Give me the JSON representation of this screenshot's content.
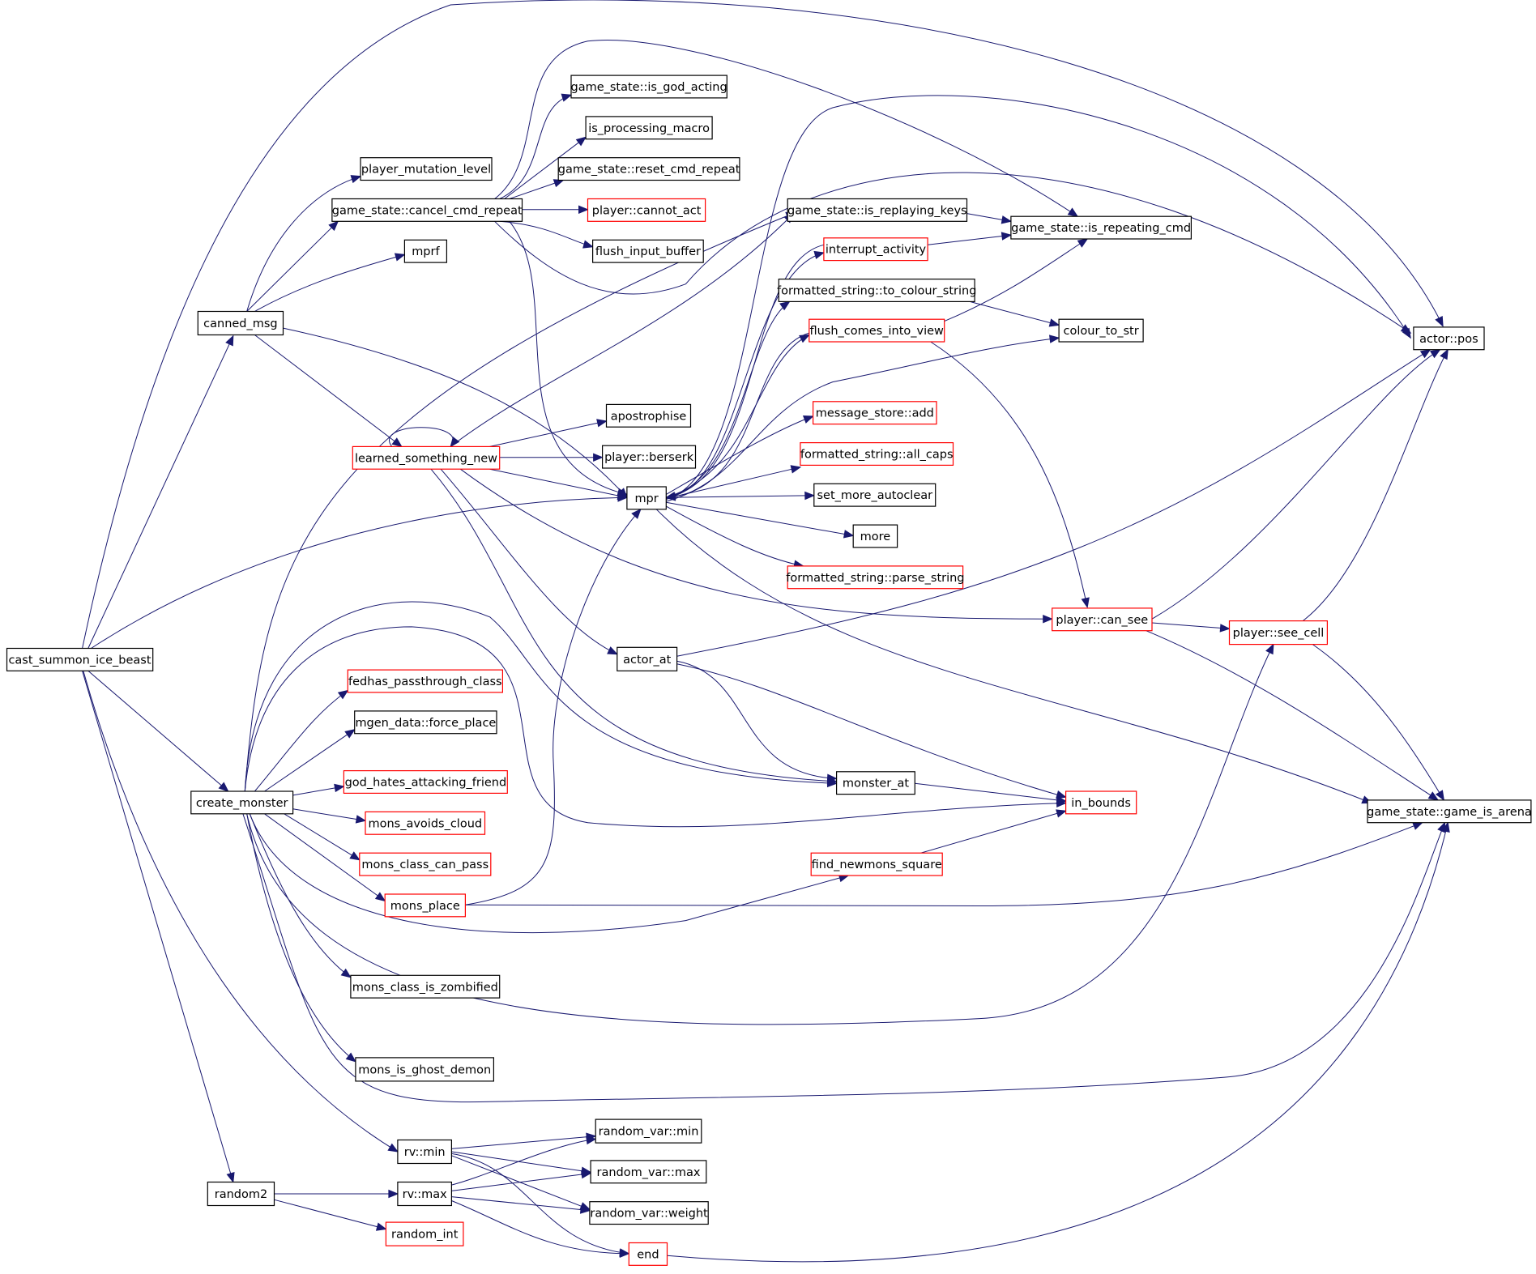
{
  "colors": {
    "edge": "#191970",
    "node_border_default": "#000000",
    "node_border_external": "#ff0000",
    "root_fill": "#bfbfbf"
  },
  "nodes": {
    "cast_summon_ice_beast": {
      "label": "cast_summon_ice_beast",
      "style": "root"
    },
    "canned_msg": {
      "label": "canned_msg",
      "style": "black"
    },
    "create_monster": {
      "label": "create_monster",
      "style": "black"
    },
    "random2": {
      "label": "random2",
      "style": "black"
    },
    "player_mutation_level": {
      "label": "player_mutation_level",
      "style": "black"
    },
    "cancel_cmd_repeat": {
      "label": "game_state::cancel_cmd_repeat",
      "style": "black"
    },
    "mprf": {
      "label": "mprf",
      "style": "black"
    },
    "learned_something_new": {
      "label": "learned_something_new",
      "style": "red"
    },
    "is_god_acting": {
      "label": "game_state::is_god_acting",
      "style": "black"
    },
    "is_processing_macro": {
      "label": "is_processing_macro",
      "style": "black"
    },
    "reset_cmd_repeat": {
      "label": "game_state::reset_cmd_repeat",
      "style": "black"
    },
    "cannot_act": {
      "label": "player::cannot_act",
      "style": "red"
    },
    "flush_input_buffer": {
      "label": "flush_input_buffer",
      "style": "black"
    },
    "apostrophise": {
      "label": "apostrophise",
      "style": "black"
    },
    "berserk": {
      "label": "player::berserk",
      "style": "black"
    },
    "mpr": {
      "label": "mpr",
      "style": "black"
    },
    "actor_at": {
      "label": "actor_at",
      "style": "black"
    },
    "fedhas": {
      "label": "fedhas_passthrough_class",
      "style": "red"
    },
    "force_place": {
      "label": "mgen_data::force_place",
      "style": "black"
    },
    "god_hates": {
      "label": "god_hates_attacking_friend",
      "style": "red"
    },
    "mons_avoids_cloud": {
      "label": "mons_avoids_cloud",
      "style": "red"
    },
    "mons_class_can_pass": {
      "label": "mons_class_can_pass",
      "style": "red"
    },
    "mons_place": {
      "label": "mons_place",
      "style": "red"
    },
    "mons_class_is_zombified": {
      "label": "mons_class_is_zombified",
      "style": "black"
    },
    "mons_is_ghost_demon": {
      "label": "mons_is_ghost_demon",
      "style": "black"
    },
    "rv_min": {
      "label": "rv::min",
      "style": "black"
    },
    "rv_max": {
      "label": "rv::max",
      "style": "black"
    },
    "random_int": {
      "label": "random_int",
      "style": "red"
    },
    "is_replaying_keys": {
      "label": "game_state::is_replaying_keys",
      "style": "black"
    },
    "interrupt_activity": {
      "label": "interrupt_activity",
      "style": "red"
    },
    "to_colour_string": {
      "label": "formatted_string::to_colour_string",
      "style": "black"
    },
    "flush_comes_into_view": {
      "label": "flush_comes_into_view",
      "style": "red"
    },
    "message_store_add": {
      "label": "message_store::add",
      "style": "red"
    },
    "all_caps": {
      "label": "formatted_string::all_caps",
      "style": "red"
    },
    "set_more_autoclear": {
      "label": "set_more_autoclear",
      "style": "black"
    },
    "more": {
      "label": "more",
      "style": "black"
    },
    "parse_string": {
      "label": "formatted_string::parse_string",
      "style": "red"
    },
    "is_repeating_cmd": {
      "label": "game_state::is_repeating_cmd",
      "style": "black"
    },
    "colour_to_str": {
      "label": "colour_to_str",
      "style": "black"
    },
    "can_see": {
      "label": "player::can_see",
      "style": "red"
    },
    "see_cell": {
      "label": "player::see_cell",
      "style": "red"
    },
    "monster_at": {
      "label": "monster_at",
      "style": "black"
    },
    "in_bounds": {
      "label": "in_bounds",
      "style": "red"
    },
    "find_newmons_square": {
      "label": "find_newmons_square",
      "style": "red"
    },
    "actor_pos": {
      "label": "actor::pos",
      "style": "black"
    },
    "game_is_arena": {
      "label": "game_state::game_is_arena",
      "style": "black"
    },
    "rv_var_min": {
      "label": "random_var::min",
      "style": "black"
    },
    "rv_var_max": {
      "label": "random_var::max",
      "style": "black"
    },
    "rv_var_weight": {
      "label": "random_var::weight",
      "style": "black"
    },
    "end": {
      "label": "end",
      "style": "red"
    }
  }
}
